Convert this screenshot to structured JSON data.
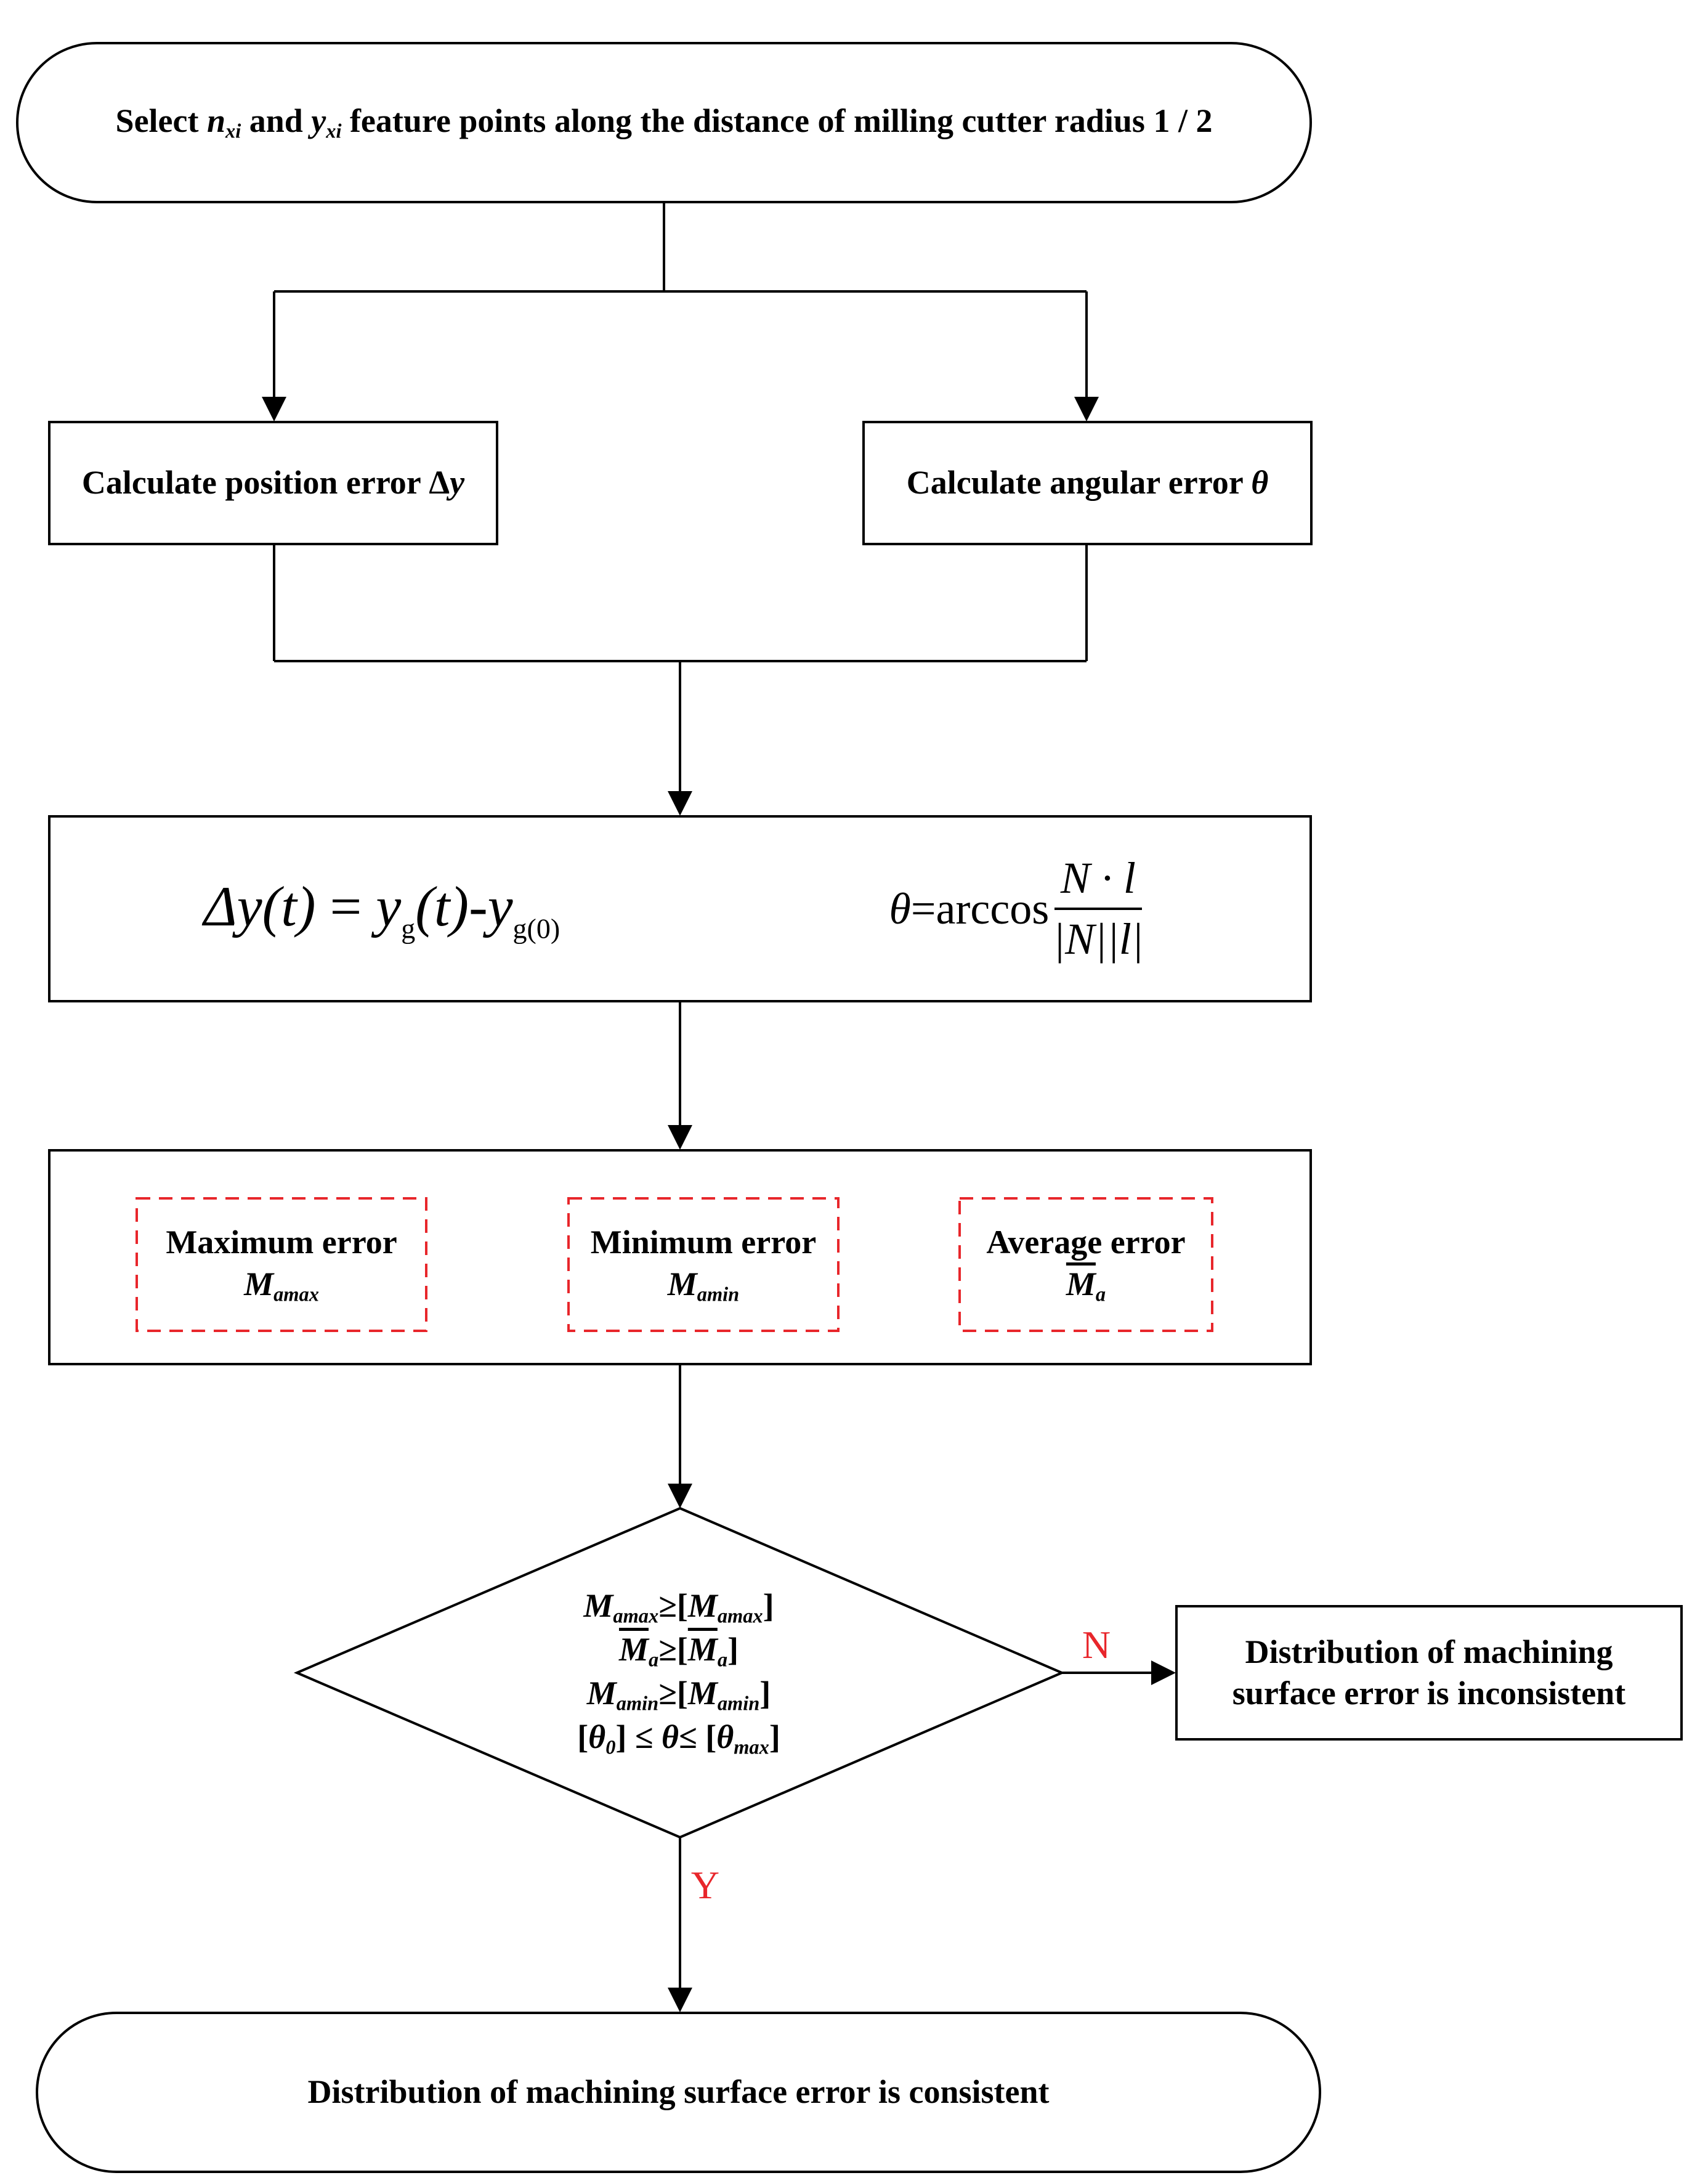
{
  "start_box": {
    "prefix": "Select ",
    "var1": "n",
    "var1_sub": "xi",
    "mid": " and ",
    "var2": "y",
    "var2_sub": "xi",
    "suffix": " feature points along the distance of milling cutter radius 1 / 2"
  },
  "position_box": {
    "text": "Calculate position error Δ",
    "var": "y"
  },
  "angular_box": {
    "text": "Calculate angular error ",
    "var": "θ"
  },
  "formula_box": {
    "left": {
      "lhs": "Δy",
      "lhs_arg": "(t)",
      "eq": " = ",
      "rhs1": "y",
      "rhs1_sub": "g",
      "rhs1_arg": "(t)",
      "minus": "-",
      "rhs2": "y",
      "rhs2_sub": "g(0)"
    },
    "right": {
      "lhs": "θ",
      "eq": "=arccos",
      "numerator": "N · l",
      "denominator": "|N||l|"
    }
  },
  "error_box": {
    "max": {
      "title": "Maximum error",
      "sym": "M",
      "sub": "amax"
    },
    "min": {
      "title": "Minimum error",
      "sym": "M",
      "sub": "amin"
    },
    "avg": {
      "title": "Average error",
      "sym": "M",
      "sub": "a"
    }
  },
  "decision": {
    "line1": {
      "a": "M",
      "a_sub": "amax",
      "op": "≥[",
      "b": "M",
      "b_sub": "amax",
      "close": "]"
    },
    "line2": {
      "a": "M",
      "a_sub": "a",
      "op": "≥[",
      "b": "M",
      "b_sub": "a",
      "close": "]"
    },
    "line3": {
      "a": "M",
      "a_sub": "amin",
      "op": "≥[",
      "b": "M",
      "b_sub": "amin",
      "close": "]"
    },
    "line4": {
      "open": "[",
      "a": "θ",
      "a_sub": "0",
      "op": "] ≤ ",
      "mid": "θ",
      "op2": "≤ [",
      "b": "θ",
      "b_sub": "max",
      "close": "]"
    }
  },
  "no_label": "N",
  "yes_label": "Y",
  "inconsistent_box": {
    "line1": "Distribution of machining",
    "line2": "surface error is inconsistent"
  },
  "end_box": {
    "text": "Distribution of machining surface error is consistent"
  },
  "colors": {
    "stroke": "#000000",
    "dashed": "#e8262b",
    "branch_label": "#e8262b"
  }
}
